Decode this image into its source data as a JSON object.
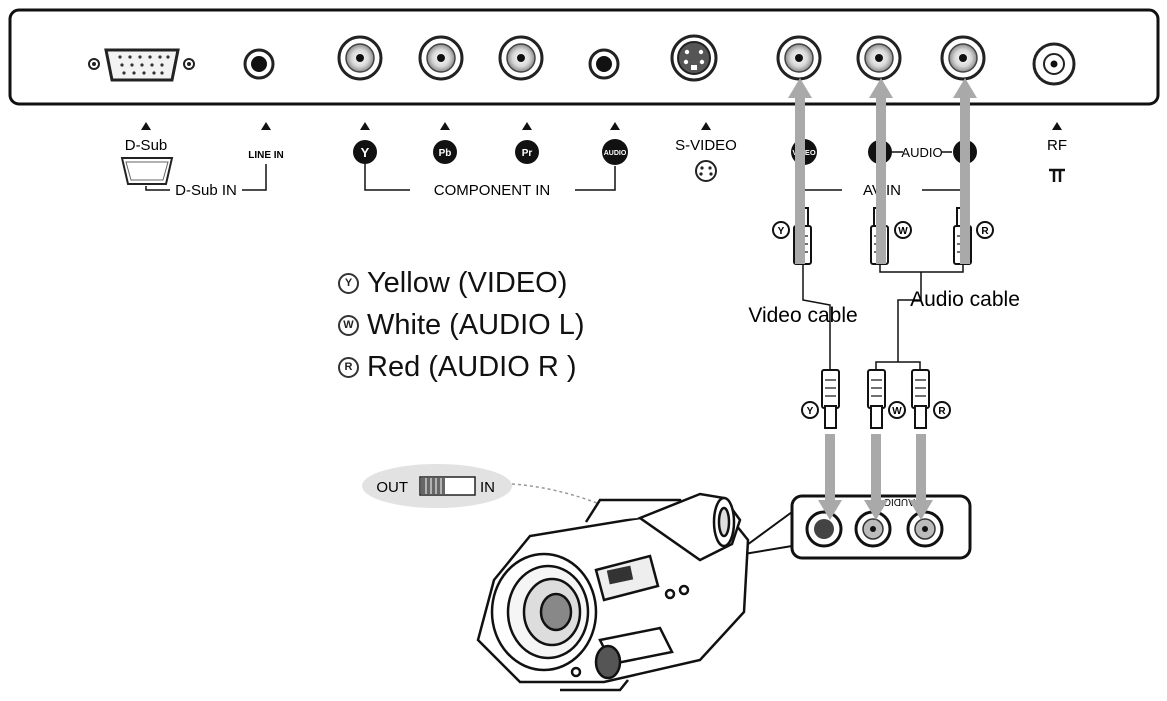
{
  "panel": {
    "port_labels": {
      "dsub": "D-Sub",
      "line_in": "LINE IN",
      "y_badge": "Y",
      "pb_badge": "Pb",
      "pr_badge": "Pr",
      "audio_badge": "AUDIO",
      "svideo": "S-VIDEO",
      "video_badge": "VIDEO",
      "l_badge": "L",
      "audio_lr": "AUDIO",
      "r_badge": "R",
      "rf": "RF"
    },
    "group_labels": {
      "dsub_in": "D-Sub IN",
      "component_in": "COMPONENT IN",
      "av_in": "AV IN"
    }
  },
  "cables": {
    "plug_badges": {
      "yellow": "Y",
      "white": "W",
      "red": "R"
    },
    "video_cable": "Video cable",
    "audio_cable": "Audio cable"
  },
  "legend": [
    {
      "badge": "Y",
      "text": "Yellow (VIDEO)"
    },
    {
      "badge": "W",
      "text": "White (AUDIO L)"
    },
    {
      "badge": "R",
      "text": "Red (AUDIO R )"
    }
  ],
  "camcorder": {
    "switch_out": "OUT",
    "switch_in": "IN",
    "jack_label": "AUDIO"
  },
  "colors": {
    "arrow": "#a9a9a9",
    "line": "#111111",
    "switch_bubble": "#e2e2e2"
  }
}
